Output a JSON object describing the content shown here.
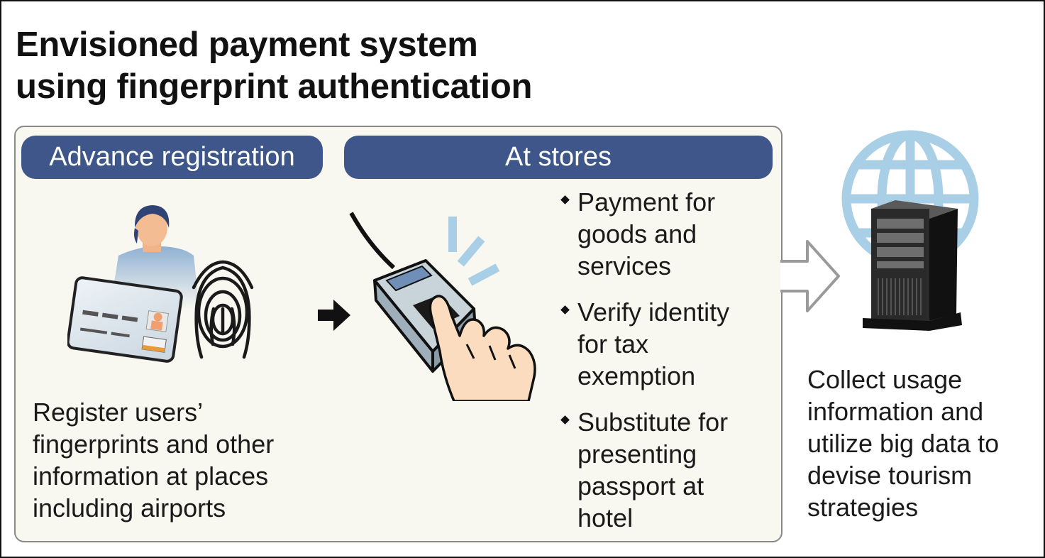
{
  "title": {
    "line1": "Envisioned payment system",
    "line2": "using fingerprint authentication"
  },
  "sections": {
    "registration": {
      "label": "Advance registration",
      "text": "Register users’\nfingerprints and other\ninformation at places\nincluding airports"
    },
    "stores": {
      "label": "At stores",
      "bullets": [
        "Payment for\ngoods and\nservices",
        "Verify identity\nfor tax\nexemption",
        "Substitute for\npresenting\npassport at\nhotel"
      ]
    },
    "data": {
      "text": "Collect usage\ninformation and\nutilize big data to\ndevise tourism\nstrategies"
    }
  },
  "colors": {
    "header_blue": "#3e5689",
    "panel_bg": "#f8f7f0",
    "globe_blue": "#a9cfe6",
    "scanner_grey": "#b9c4cc"
  },
  "icons": [
    "person-icon",
    "credit-card-icon",
    "fingerprint-icon",
    "arrow-right-icon",
    "fingerprint-scanner-icon",
    "hand-icon",
    "large-arrow-icon",
    "globe-icon",
    "server-icon"
  ]
}
